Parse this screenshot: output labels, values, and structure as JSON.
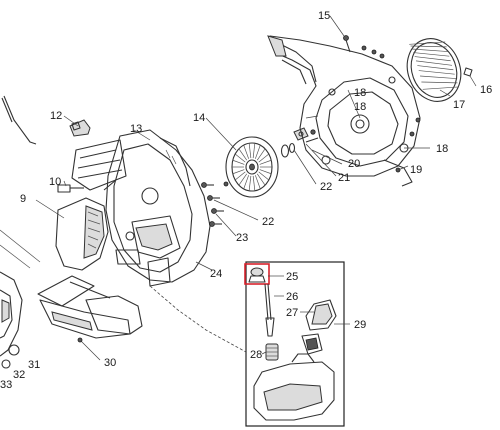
{
  "callouts": [
    {
      "id": "c9",
      "text": "9"
    },
    {
      "id": "c10",
      "text": "10"
    },
    {
      "id": "c12",
      "text": "12"
    },
    {
      "id": "c13",
      "text": "13"
    },
    {
      "id": "c14",
      "text": "14"
    },
    {
      "id": "c15",
      "text": "15"
    },
    {
      "id": "c16",
      "text": "16"
    },
    {
      "id": "c17",
      "text": "17"
    },
    {
      "id": "c18a",
      "text": "18"
    },
    {
      "id": "c18b",
      "text": "18"
    },
    {
      "id": "c18c",
      "text": "18"
    },
    {
      "id": "c19",
      "text": "19"
    },
    {
      "id": "c20",
      "text": "20"
    },
    {
      "id": "c21",
      "text": "21"
    },
    {
      "id": "c22a",
      "text": "22"
    },
    {
      "id": "c22b",
      "text": "22"
    },
    {
      "id": "c23",
      "text": "23"
    },
    {
      "id": "c24",
      "text": "24"
    },
    {
      "id": "c25",
      "text": "25"
    },
    {
      "id": "c26",
      "text": "26"
    },
    {
      "id": "c27",
      "text": "27"
    },
    {
      "id": "c28",
      "text": "28"
    },
    {
      "id": "c29",
      "text": "29"
    },
    {
      "id": "c30",
      "text": "30"
    },
    {
      "id": "c31",
      "text": "31"
    },
    {
      "id": "c32",
      "text": "32"
    },
    {
      "id": "c33",
      "text": "33"
    }
  ],
  "highlight": {
    "part": "25",
    "color": "#d9232d"
  },
  "colors": {
    "line": "#333333",
    "shade": "#dcdcdc",
    "background": "#ffffff"
  }
}
